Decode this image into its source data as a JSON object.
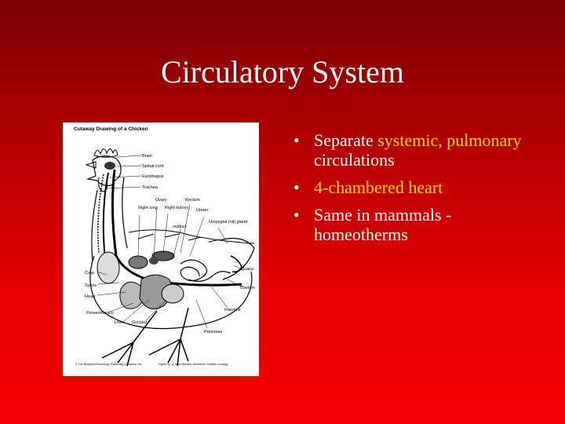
{
  "slide": {
    "title": "Circulatory System"
  },
  "figure": {
    "caption": "Cutaway Drawing of a Chicken",
    "labels": {
      "brain": "Brain",
      "spinal_cord": "Spinal cord",
      "esophagus": "Esophagus",
      "trachea": "Trachea",
      "ovary": "Ovary",
      "rectum": "Rectum",
      "right_lung": "Right lung",
      "right_kidney": "Right kidney",
      "ureter": "Ureter",
      "oviduct": "oviduct",
      "uropygial_gland": "Uropygial (oil) gland",
      "crop": "Crop",
      "syrinx": "Syrinx",
      "heart": "Heart",
      "proventriculus": "Proventriculus",
      "liver": "Liver",
      "gizzard": "Gizzard",
      "cloaca": "Cloaca",
      "coelom": "Coelom",
      "intestine": "Intestine",
      "pancreas": "Pancreas"
    },
    "footer_left": "© The Benjamin/Cummings Publishing Company, Inc.",
    "footer_right": "Figure 32.12 from Mitchell, Mutchmor, Dolphin: Zoology"
  },
  "bullets": {
    "item1_prefix": "Separate ",
    "item1_highlight": "systemic, pulmonary",
    "item1_suffix": " circulations",
    "item2": "4-chambered heart",
    "item3": "Same in mammals - homeotherms"
  },
  "colors": {
    "background_top": "#7a0000",
    "background_bottom": "#f40000",
    "text": "#ffffff",
    "highlight": "#ffd700"
  }
}
